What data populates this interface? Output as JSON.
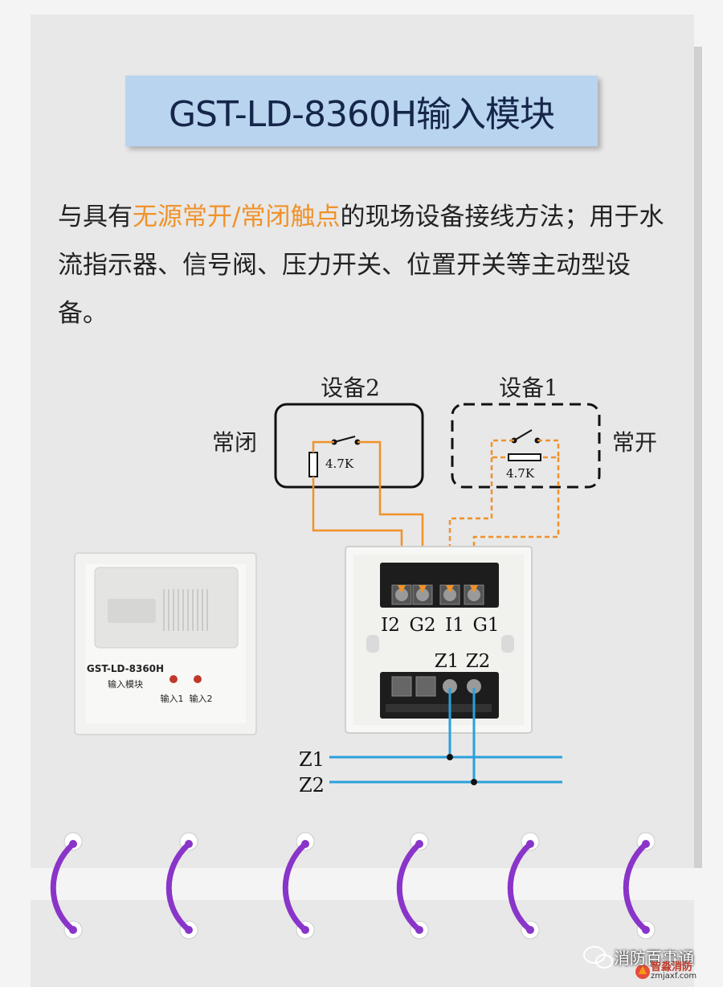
{
  "title": "GST-LD-8360H输入模块",
  "description": {
    "part1": "与具有",
    "highlight": "无源常开/常闭触点",
    "part2": "的现场设备接线方法；用于水流指示器、信号阀、压力开关、位置开关等主动型设备。"
  },
  "diagram": {
    "device2_label": "设备2",
    "device1_label": "设备1",
    "normally_closed": "常闭",
    "normally_open": "常开",
    "resistor_nc": "4.7K",
    "resistor_no": "4.7K",
    "terminals_top": [
      "I2",
      "G2",
      "I1",
      "G1"
    ],
    "terminals_bottom": [
      "Z1",
      "Z2"
    ],
    "bus_lines": [
      "Z1",
      "Z2"
    ]
  },
  "module": {
    "model": "GST-LD-8360H",
    "name": "输入模块",
    "led1": "输入1",
    "led2": "输入2"
  },
  "watermark": {
    "account": "消防百事通",
    "logo_name": "智淼消防",
    "logo_url": "zmjaxf.com"
  },
  "colors": {
    "accent": "#f0922a",
    "bus": "#2aa0dc",
    "ring": "#8a35c9",
    "title_bg": "#b9d4ee"
  }
}
